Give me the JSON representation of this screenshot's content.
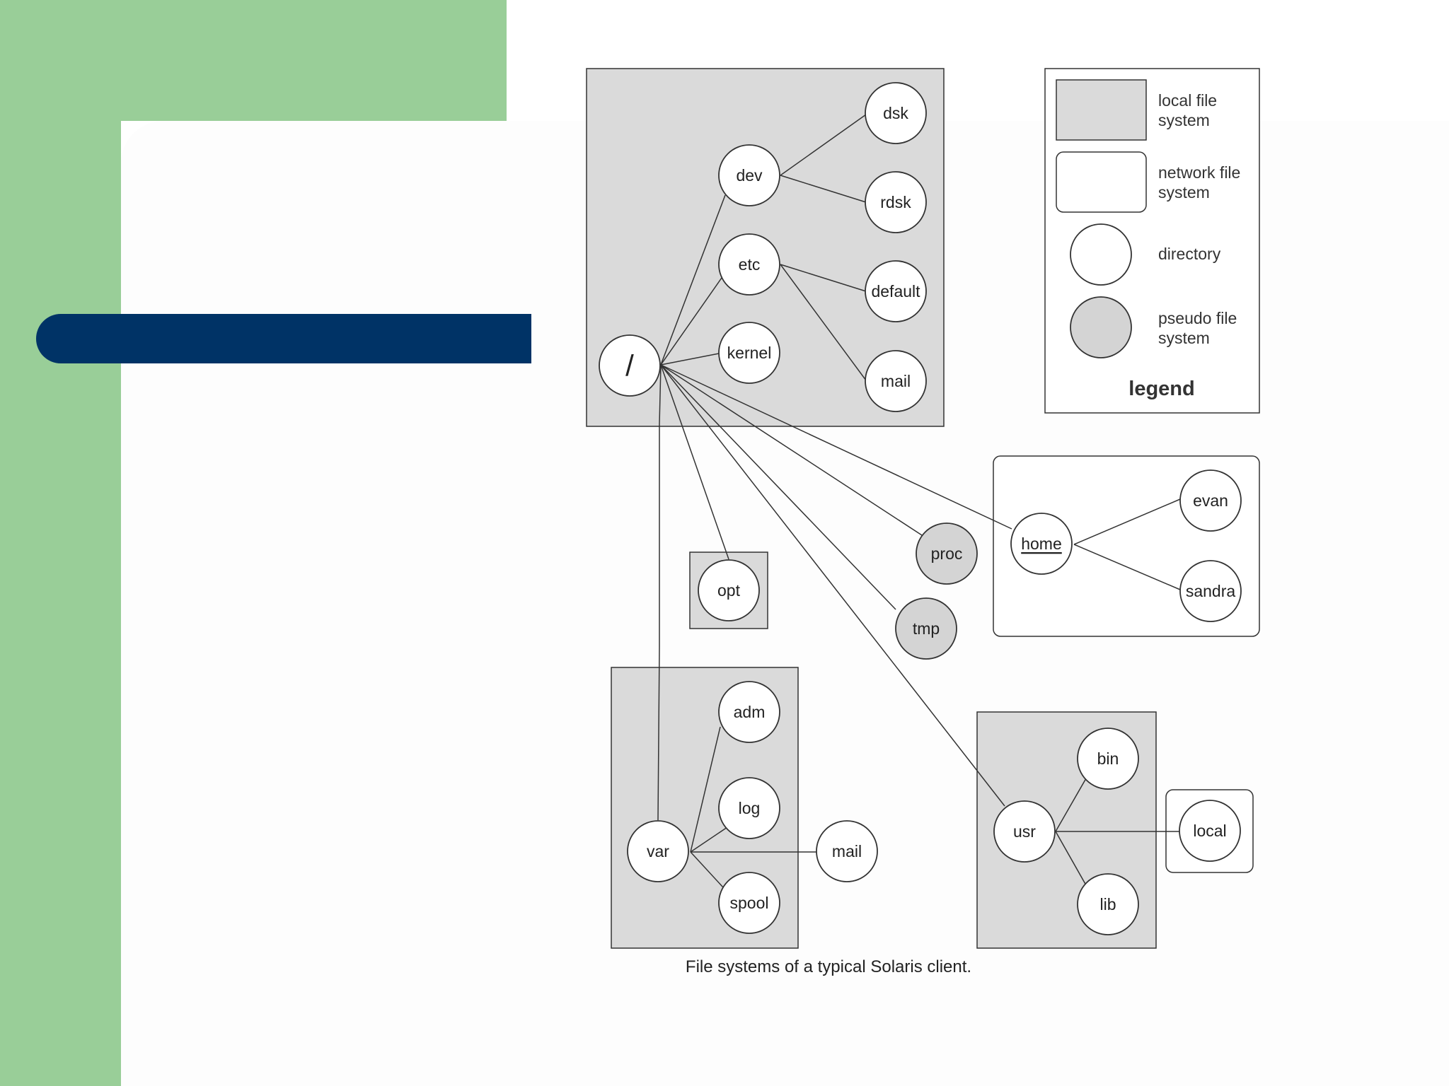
{
  "diagram": {
    "caption": "File systems of a typical Solaris client.",
    "nodes": {
      "root": "/",
      "dev": "dev",
      "dsk": "dsk",
      "rdsk": "rdsk",
      "etc": "etc",
      "default": "default",
      "kernel": "kernel",
      "etc_mail": "mail",
      "opt": "opt",
      "proc": "proc",
      "tmp": "tmp",
      "home": "home",
      "evan": "evan",
      "sandra": "sandra",
      "var": "var",
      "adm": "adm",
      "log": "log",
      "spool": "spool",
      "var_mail": "mail",
      "usr": "usr",
      "bin": "bin",
      "lib": "lib",
      "local": "local"
    },
    "legend": {
      "title": "legend",
      "local_fs_1": "local file",
      "local_fs_2": "system",
      "network_fs_1": "network file",
      "network_fs_2": "system",
      "directory": "directory",
      "pseudo_fs_1": "pseudo file",
      "pseudo_fs_2": "system"
    },
    "colors": {
      "local_fs_fill": "#dadada",
      "pseudo_fs_fill": "#d4d4d4",
      "directory_fill": "#ffffff",
      "stroke": "#333333"
    }
  }
}
